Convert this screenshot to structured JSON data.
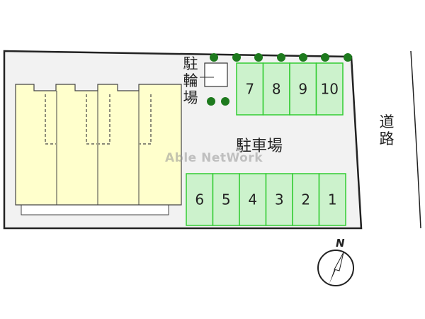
{
  "labels": {
    "bicycle_parking": "駐\n輪\n場",
    "parking_lot": "駐車場",
    "road": "道\n路",
    "north": "N"
  },
  "watermark": "Able NetWork",
  "parking_spaces_top": [
    "7",
    "8",
    "9",
    "10"
  ],
  "parking_spaces_bottom": [
    "6",
    "5",
    "4",
    "3",
    "2",
    "1"
  ],
  "colors": {
    "building": "#ffffcc",
    "parking_fill": "#ccf2cc",
    "parking_border": "#33cc33",
    "lot_fill": "#f2f2f2",
    "tree": "#1e7a1e"
  }
}
